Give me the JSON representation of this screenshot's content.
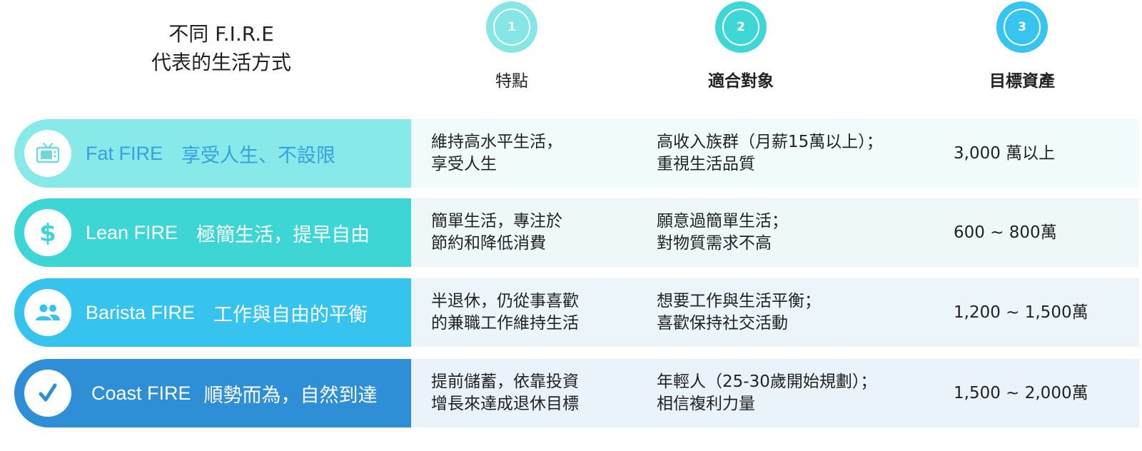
{
  "title": {
    "line1": "不同  F.I.R.E",
    "line2": "代表的生活方式"
  },
  "columns": [
    {
      "number": "1",
      "label": "特點",
      "color": "#86e6e6"
    },
    {
      "number": "2",
      "label": "適合對象",
      "color": "#3fd6d6"
    },
    {
      "number": "3",
      "label": "目標資產",
      "color": "#37c4ef"
    }
  ],
  "rows": [
    {
      "name": "Fat FIRE",
      "tagline": "享受人生、不設限",
      "icon": "tv-icon",
      "band_color": "#87e9e8",
      "text_color": "#3a9fe0",
      "icon_color": "#6fd9d9",
      "bg_color": "#f1fbfb",
      "feature": [
        "維持高水平生活，",
        "享受人生"
      ],
      "audience": [
        "高收入族群（月薪15萬以上）；",
        "重視生活品質"
      ],
      "target": "3,000 萬以上"
    },
    {
      "name": "Lean FIRE",
      "tagline": "極簡生活，提早自由",
      "icon": "dollar-icon",
      "band_color": "#3dd6d4",
      "text_color": "#ffffff",
      "icon_color": "#3dd6d4",
      "bg_color": "#eef8f9",
      "feature": [
        "簡單生活，專注於",
        "節約和降低消費"
      ],
      "audience": [
        "願意過簡單生活；",
        "對物質需求不高"
      ],
      "target": "600 ~ 800萬"
    },
    {
      "name": "Barista FIRE",
      "tagline": "工作與自由的平衡",
      "icon": "people-icon",
      "band_color": "#36c4ee",
      "text_color": "#ffffff",
      "icon_color": "#36c4ee",
      "bg_color": "#ecf6fa",
      "feature": [
        "半退休，仍從事喜歡",
        "的兼職工作維持生活"
      ],
      "audience": [
        "想要工作與生活平衡；",
        "喜歡保持社交活動"
      ],
      "target": "1,200 ~ 1,500萬"
    },
    {
      "name": "Coast FIRE",
      "tagline": "順勢而為，自然到達",
      "icon": "check-icon",
      "band_color": "#2f8fd6",
      "text_color": "#ffffff",
      "icon_color": "#2f8fd6",
      "bg_color": "#ebf3fa",
      "feature": [
        "提前儲蓄，依靠投資",
        "增長來達成退休目標"
      ],
      "audience": [
        "年輕人（25-30歲開始規劃）；",
        "相信複利力量"
      ],
      "target": "1,500 ~ 2,000萬"
    }
  ]
}
